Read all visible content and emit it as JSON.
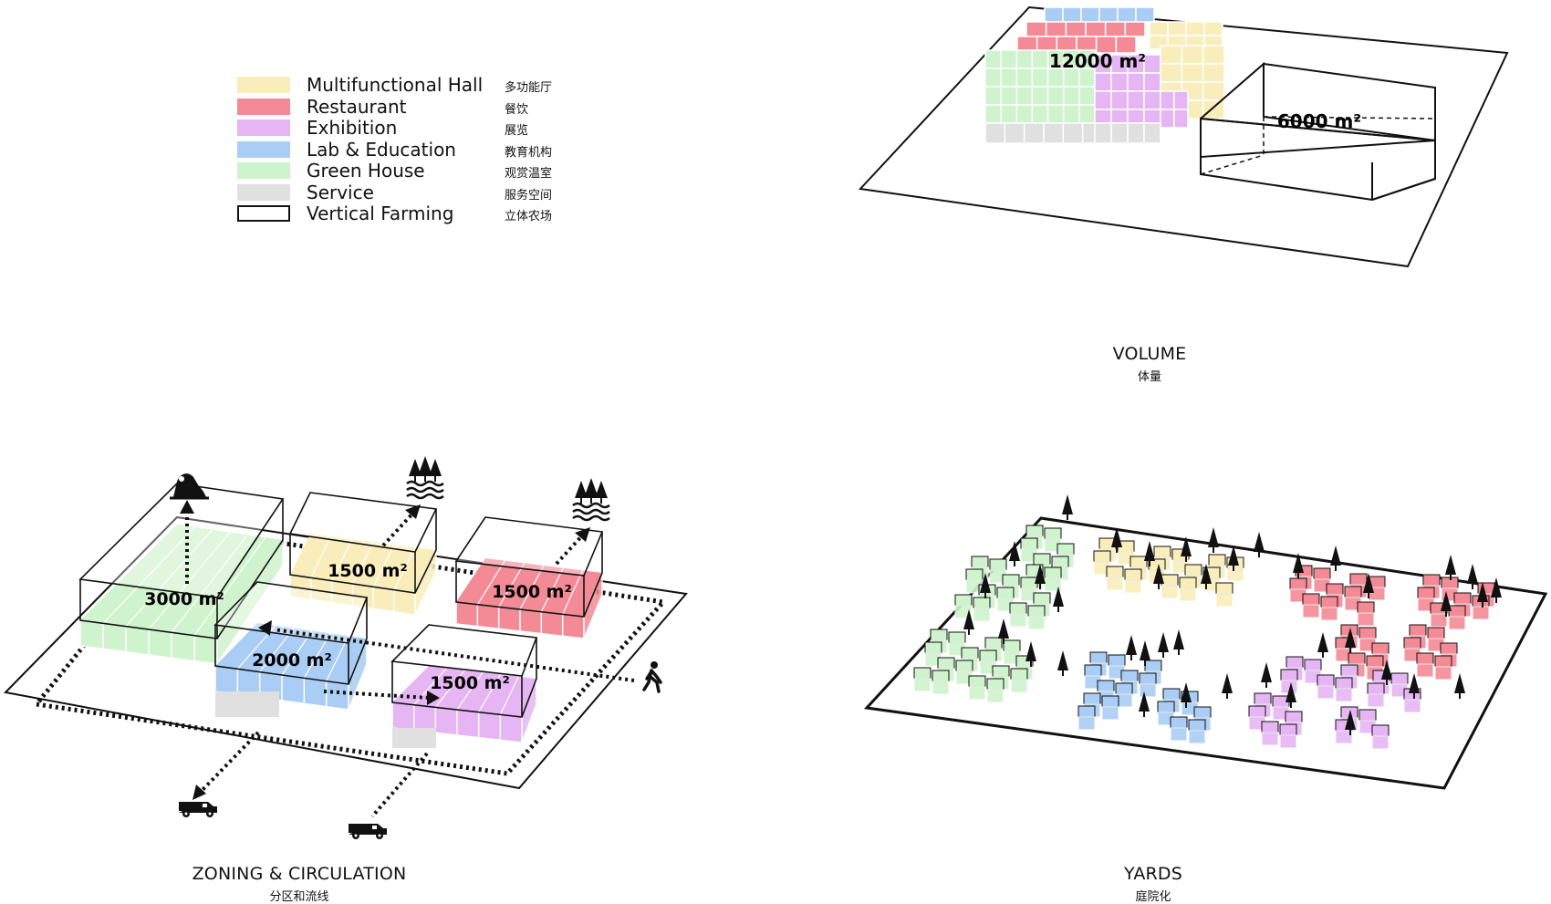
{
  "colors": {
    "multifunctional_hall": "#f9eebb",
    "restaurant": "#f38a95",
    "exhibition": "#e6b5f3",
    "lab_education": "#a9cdf4",
    "green_house": "#cff3cc",
    "service": "#e0e0e0",
    "vertical_farming": "#ffffff",
    "line": "#111111"
  },
  "legend": [
    {
      "key": "multifunctional_hall",
      "en": "Multifunctional Hall",
      "zh": "多功能厅"
    },
    {
      "key": "restaurant",
      "en": "Restaurant",
      "zh": "餐饮"
    },
    {
      "key": "exhibition",
      "en": "Exhibition",
      "zh": "展览"
    },
    {
      "key": "lab_education",
      "en": "Lab & Education",
      "zh": "教育机构"
    },
    {
      "key": "green_house",
      "en": "Green House",
      "zh": "观赏温室"
    },
    {
      "key": "service",
      "en": "Service",
      "zh": "服务空间"
    },
    {
      "key": "vertical_farming",
      "en": "Vertical Farming",
      "zh": "立体农场"
    }
  ],
  "volume": {
    "title": "VOLUME",
    "title_zh": "体量",
    "main_area": "12000 m²",
    "farming_area": "6000 m²"
  },
  "zoning": {
    "title": "ZONING & CIRCULATION",
    "title_zh": "分区和流线",
    "areas": {
      "green_house": "3000 m²",
      "multifunctional_hall": "1500 m²",
      "restaurant": "1500 m²",
      "lab_education": "2000 m²",
      "exhibition": "1500 m²"
    },
    "icons": [
      "mountain-icon",
      "forest-water-icon",
      "forest-water-icon",
      "pedestrian-icon",
      "truck-icon",
      "truck-icon"
    ]
  },
  "yards": {
    "title": "YARDS",
    "title_zh": "庭院化"
  }
}
